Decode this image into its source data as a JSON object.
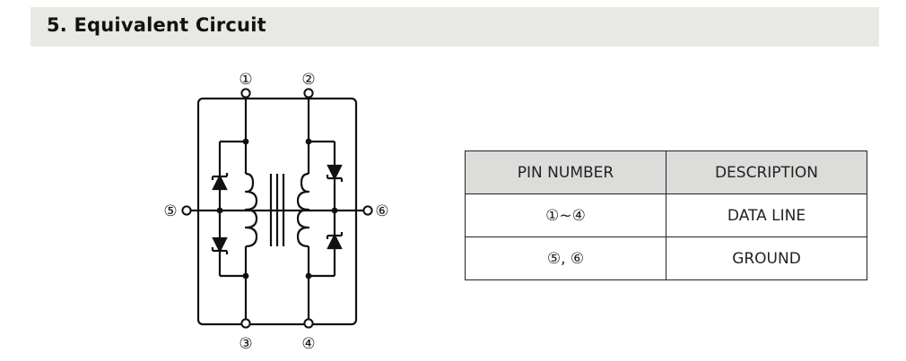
{
  "section": {
    "title": "5.  Equivalent Circuit"
  },
  "circuit": {
    "pins": {
      "p1": "①",
      "p2": "②",
      "p3": "③",
      "p4": "④",
      "p5": "⑤",
      "p6": "⑥"
    }
  },
  "pin_table": {
    "headers": [
      "PIN NUMBER",
      "DESCRIPTION"
    ],
    "rows": [
      [
        "①~④",
        "DATA LINE"
      ],
      [
        "⑤, ⑥",
        "GROUND"
      ]
    ]
  }
}
